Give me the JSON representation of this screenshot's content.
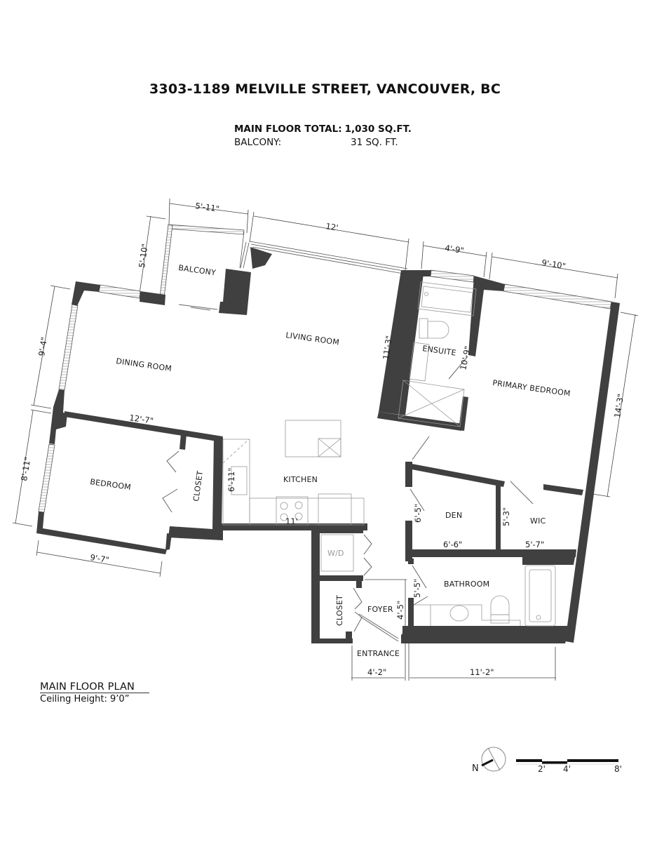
{
  "header": {
    "title": "3303-1189 MELVILLE STREET, VANCOUVER, BC",
    "main_floor_label": "MAIN FLOOR TOTAL:",
    "main_floor_value": "1,030 SQ.FT.",
    "balcony_label": "BALCONY:",
    "balcony_value": "31 SQ. FT."
  },
  "rooms": {
    "balcony": "BALCONY",
    "living_room": "LIVING ROOM",
    "dining_room": "DINING ROOM",
    "ensuite": "ENSUITE",
    "primary_bedroom": "PRIMARY BEDROOM",
    "bedroom": "BEDROOM",
    "closet_bedroom": "CLOSET",
    "kitchen": "KITCHEN",
    "den": "DEN",
    "wic": "WIC",
    "wd": "W/D",
    "closet_foyer": "CLOSET",
    "foyer": "FOYER",
    "bathroom": "BATHROOM",
    "entrance": "ENTRANCE"
  },
  "dimensions": {
    "balcony_width": "5'-11\"",
    "balcony_depth": "5'-10\"",
    "living_width": "12'",
    "ensuite_width": "4'-9\"",
    "primary_width": "9'-10\"",
    "dining_depth": "9'-4\"",
    "living_depth": "11'-3\"",
    "ensuite_depth": "10'-9\"",
    "primary_depth": "14'-3\"",
    "dining_width": "12'-7\"",
    "bedroom_depth": "8'-11\"",
    "kitchen_depth": "6'-11\"",
    "kitchen_width": "11'",
    "bedroom_width": "9'-7\"",
    "den_depth": "6'-5\"",
    "wic_depth": "5'-3\"",
    "den_width": "6'-6\"",
    "wic_width": "5'-7\"",
    "bathroom_depth": "5'-5\"",
    "foyer_depth": "4'-5\"",
    "entrance_width": "4'-2\"",
    "bathroom_width": "11'-2\""
  },
  "caption": {
    "title": "MAIN FLOOR PLAN",
    "ceiling": "Ceiling Height: 9’0”"
  },
  "legend": {
    "north_label": "N",
    "scale_ticks": [
      "2'",
      "4'",
      "8'"
    ]
  },
  "colors": {
    "wall": "#404040",
    "line": "#555555",
    "fixture": "#9a9a9a",
    "background": "#ffffff"
  }
}
